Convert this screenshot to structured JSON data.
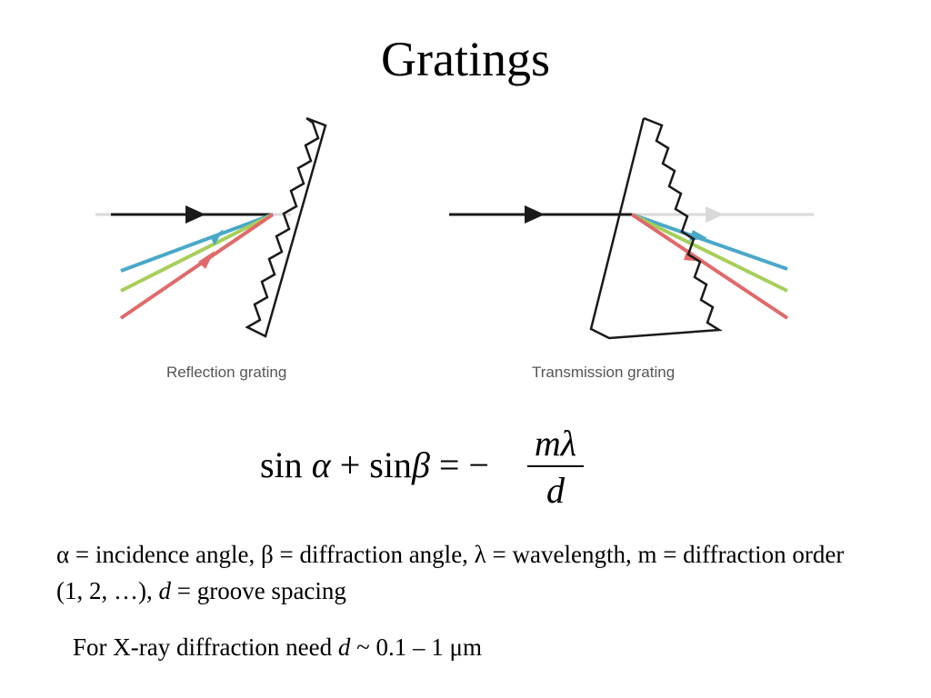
{
  "slide": {
    "title": "Gratings"
  },
  "figure": {
    "left_caption": "Reflection grating",
    "right_caption": "Transmission grating",
    "colors": {
      "incident": "#1a1a1a",
      "grating": "#1a1a1a",
      "blue": "#4aa8c8",
      "green": "#a6cf5a",
      "red": "#e06a6a",
      "zero_order": "#d9d9d9"
    }
  },
  "equation": {
    "lhs_sin1": "sin",
    "alpha": "α",
    "plus": "+",
    "lhs_sin2": "sin",
    "beta": "β",
    "equals_minus": "= −",
    "numerator": "mλ",
    "denominator": "d"
  },
  "description": {
    "part1": "α = incidence angle, β = diffraction angle, λ = wavelength, m  = diffraction order (1, 2, …), ",
    "d_symbol": "d",
    "part2": " = groove spacing"
  },
  "note": {
    "prefix": "For X-ray diffraction need ",
    "d_symbol": "d",
    "suffix": " ~ 0.1 – 1 μm"
  }
}
